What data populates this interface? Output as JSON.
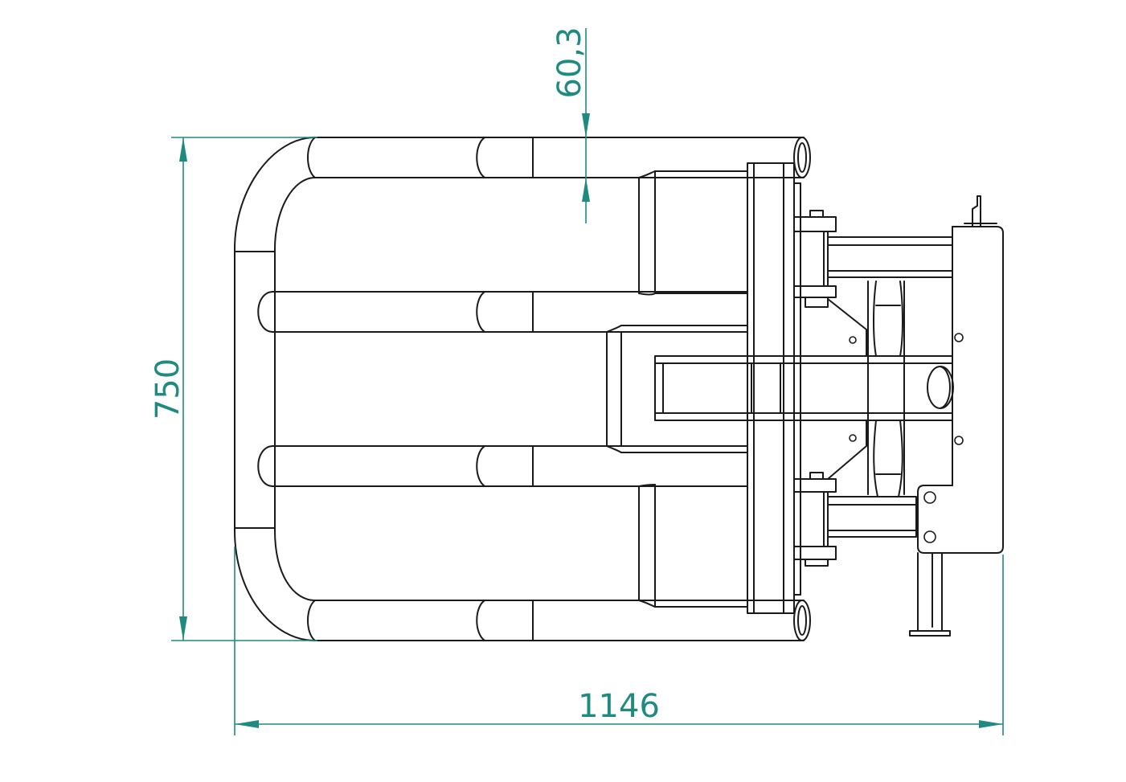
{
  "dimensions": {
    "width_label": "1146",
    "height_label": "750",
    "tube_diameter_label": "60,3"
  },
  "colors": {
    "dimension": "#1f8a80",
    "outline": "#1a1a1a",
    "background": "#ffffff"
  }
}
